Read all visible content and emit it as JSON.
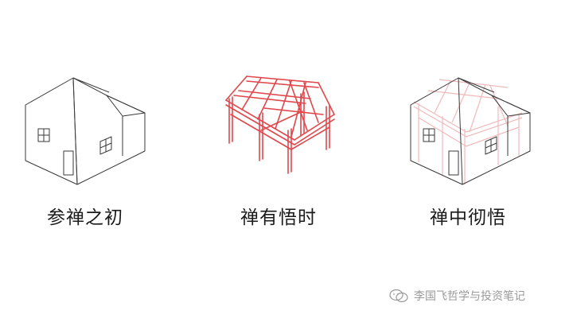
{
  "captions": {
    "first": "参禅之初",
    "second": "禅有悟时",
    "third": "禅中彻悟"
  },
  "icons": {
    "house_plain": "house-outline-icon",
    "frame": "timber-frame-icon",
    "house_framed": "house-with-frame-icon",
    "watermark": "wechat-icon"
  },
  "colors": {
    "outline": "#3a3a3a",
    "frame_red": "#e0474c",
    "frame_faint": "#f0b9bb",
    "watermark": "#9a9a9a"
  },
  "watermark": {
    "text": "李国飞哲学与投资笔记"
  }
}
